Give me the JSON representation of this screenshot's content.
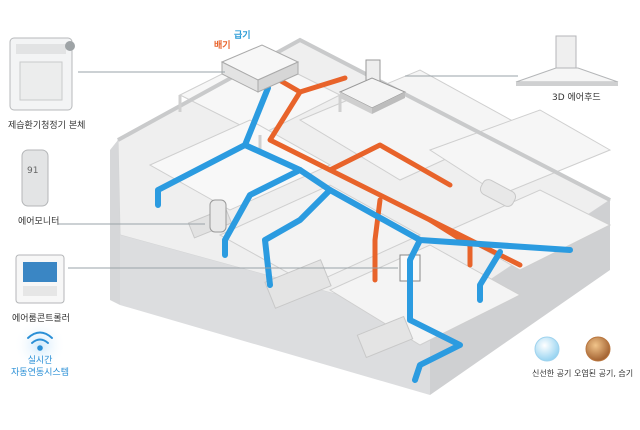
{
  "left_items": [
    {
      "key": "main",
      "label": "제습환기청정기 본체"
    },
    {
      "key": "monitor",
      "label": "에어모니터",
      "display": "91"
    },
    {
      "key": "controller",
      "label": "에어룸콘트롤러"
    }
  ],
  "hood_label": "3D 에어후드",
  "realtime_label": [
    "실시간",
    "자동연동시스템"
  ],
  "flow_tags": {
    "exhaust": "배기",
    "supply": "급기"
  },
  "legend": [
    {
      "label": "신선한 공기",
      "color": "#8fd0f0"
    },
    {
      "label": "오염된 공기, 습기",
      "color": "#c8833f"
    }
  ],
  "colors": {
    "supply": "#2b9be0",
    "exhaust": "#e8632a",
    "walls": "#e6e7e8",
    "floor": "#f2f2f2"
  }
}
